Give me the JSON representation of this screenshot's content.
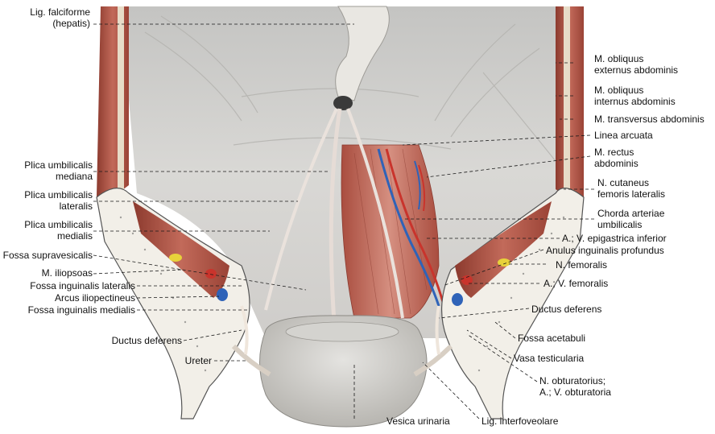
{
  "labels_left": [
    {
      "id": "lig-falciforme",
      "lines": [
        "Lig. falciforme",
        "(hepatis)"
      ]
    },
    {
      "id": "plica-umb-mediana",
      "lines": [
        "Plica umbilicalis",
        "mediana"
      ]
    },
    {
      "id": "plica-umb-lateralis",
      "lines": [
        "Plica umbilicalis",
        "lateralis"
      ]
    },
    {
      "id": "plica-umb-medialis",
      "lines": [
        "Plica umbilicalis",
        "medialis"
      ]
    },
    {
      "id": "fossa-supravesicalis",
      "lines": [
        "Fossa supravesicalis"
      ]
    },
    {
      "id": "m-iliopsoas",
      "lines": [
        "M. iliopsoas"
      ]
    },
    {
      "id": "fossa-ing-lateralis",
      "lines": [
        "Fossa inguinalis lateralis"
      ]
    },
    {
      "id": "arcus-iliopectineus",
      "lines": [
        "Arcus iliopectineus"
      ]
    },
    {
      "id": "fossa-ing-medialis",
      "lines": [
        "Fossa inguinalis medialis"
      ]
    },
    {
      "id": "ductus-deferens-left",
      "lines": [
        "Ductus deferens"
      ]
    },
    {
      "id": "ureter",
      "lines": [
        "Ureter"
      ]
    }
  ],
  "labels_right": [
    {
      "id": "m-obliquus-externus",
      "lines": [
        "M. obliquus",
        "externus abdominis"
      ]
    },
    {
      "id": "m-obliquus-internus",
      "lines": [
        "M. obliquus",
        "internus abdominis"
      ]
    },
    {
      "id": "m-transversus",
      "lines": [
        "M. transversus abdominis"
      ]
    },
    {
      "id": "linea-arcuata",
      "lines": [
        "Linea arcuata"
      ]
    },
    {
      "id": "m-rectus",
      "lines": [
        "M. rectus",
        "abdominis"
      ]
    },
    {
      "id": "n-cutaneus",
      "lines": [
        "N. cutaneus",
        "femoris lateralis"
      ]
    },
    {
      "id": "chorda-arteriae",
      "lines": [
        "Chorda arteriae",
        "umbilicalis"
      ]
    },
    {
      "id": "av-epigastrica",
      "lines": [
        "A.; V. epigastrica inferior"
      ]
    },
    {
      "id": "anulus-inguinalis",
      "lines": [
        "Anulus inguinalis profundus"
      ]
    },
    {
      "id": "n-femoralis",
      "lines": [
        "N. femoralis"
      ]
    },
    {
      "id": "av-femoralis",
      "lines": [
        "A.; V. femoralis"
      ]
    },
    {
      "id": "ductus-deferens-right",
      "lines": [
        "Ductus deferens"
      ]
    },
    {
      "id": "fossa-acetabuli",
      "lines": [
        "Fossa acetabuli"
      ]
    },
    {
      "id": "vasa-testicularia",
      "lines": [
        "Vasa testicularia"
      ]
    },
    {
      "id": "n-obturatorius",
      "lines": [
        "N. obturatorius;",
        "A.; V. obturatoria"
      ]
    }
  ],
  "labels_bottom": [
    {
      "id": "vesica-urinaria",
      "lines": [
        "Vesica urinaria"
      ]
    },
    {
      "id": "lig-interfoveolare",
      "lines": [
        "Lig. interfoveolare"
      ]
    }
  ],
  "colors": {
    "peritoneum": "#d8d8d8",
    "muscle": "#b8604f",
    "bone": "#f2efe8",
    "artery": "#c9342c",
    "vein": "#2f63b8",
    "nerve": "#e8d23a"
  }
}
